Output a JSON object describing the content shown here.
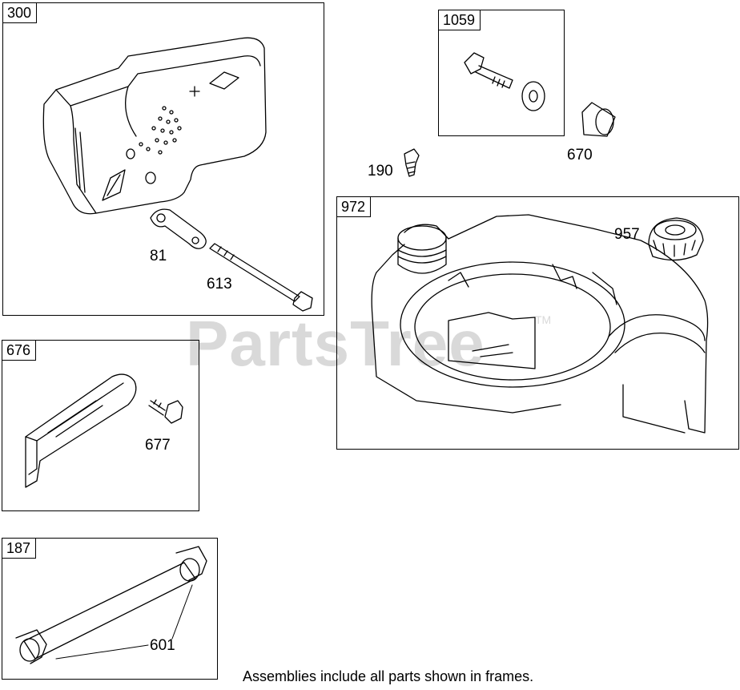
{
  "watermark": {
    "text": "PartsTree",
    "trademark": "TM"
  },
  "frames": {
    "f300": "300",
    "f1059": "1059",
    "f972": "972",
    "f676": "676",
    "f187": "187"
  },
  "callouts": {
    "c81": "81",
    "c613": "613",
    "c1059_190": "190",
    "c670": "670",
    "c957": "957",
    "c677": "677",
    "c601": "601"
  },
  "footer_note": "Assemblies include all parts shown in frames."
}
